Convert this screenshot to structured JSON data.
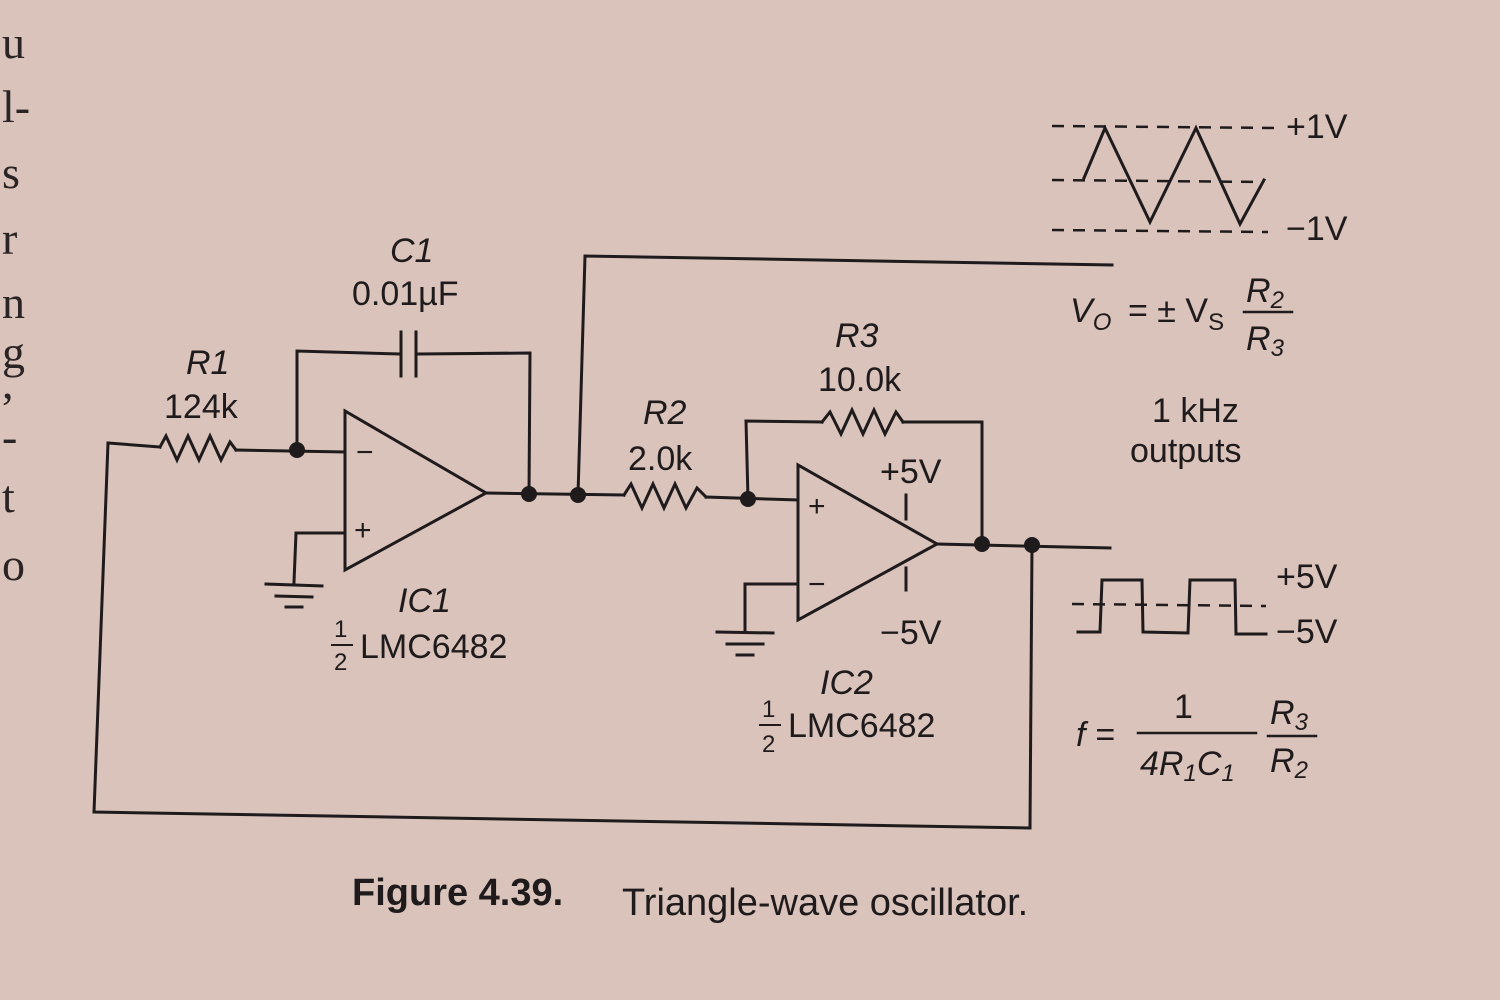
{
  "margin_letters": [
    "u",
    "l-",
    "s",
    "r",
    "n",
    "g",
    ",",
    "-",
    "t",
    "o"
  ],
  "components": {
    "r1": {
      "name": "R1",
      "value": "124k"
    },
    "c1": {
      "name": "C1",
      "value": "0.01µF"
    },
    "r2": {
      "name": "R2",
      "value": "2.0k"
    },
    "r3": {
      "name": "R3",
      "value": "10.0k"
    },
    "ic1": {
      "name": "IC1",
      "part_fraction": "1",
      "part_denominator": "2",
      "part": "LMC6482"
    },
    "ic2": {
      "name": "IC2",
      "part_fraction": "1",
      "part_denominator": "2",
      "part": "LMC6482"
    }
  },
  "supply": {
    "pos": "+5V",
    "neg": "−5V"
  },
  "opamp_pins": {
    "minus": "−",
    "plus": "+"
  },
  "triangle_wave": {
    "high": "+1V",
    "low": "−1V"
  },
  "square_wave": {
    "high": "+5V",
    "low": "−5V"
  },
  "formula_vo": {
    "lhs": "V",
    "lhs_sub": "O",
    "eq": "= ± V",
    "vs_sub": "S",
    "num": "R",
    "num_sub": "2",
    "den": "R",
    "den_sub": "3"
  },
  "outputs_note": {
    "line1": "1 kHz",
    "line2": "outputs"
  },
  "formula_f": {
    "lhs": "f =",
    "num1": "1",
    "den1": "4R",
    "den1_sub1": "1",
    "den1_c": "C",
    "den1_sub2": "1",
    "num2": "R",
    "num2_sub": "3",
    "den2": "R",
    "den2_sub": "2"
  },
  "caption": {
    "label": "Figure 4.39.",
    "text": "Triangle-wave oscillator."
  }
}
